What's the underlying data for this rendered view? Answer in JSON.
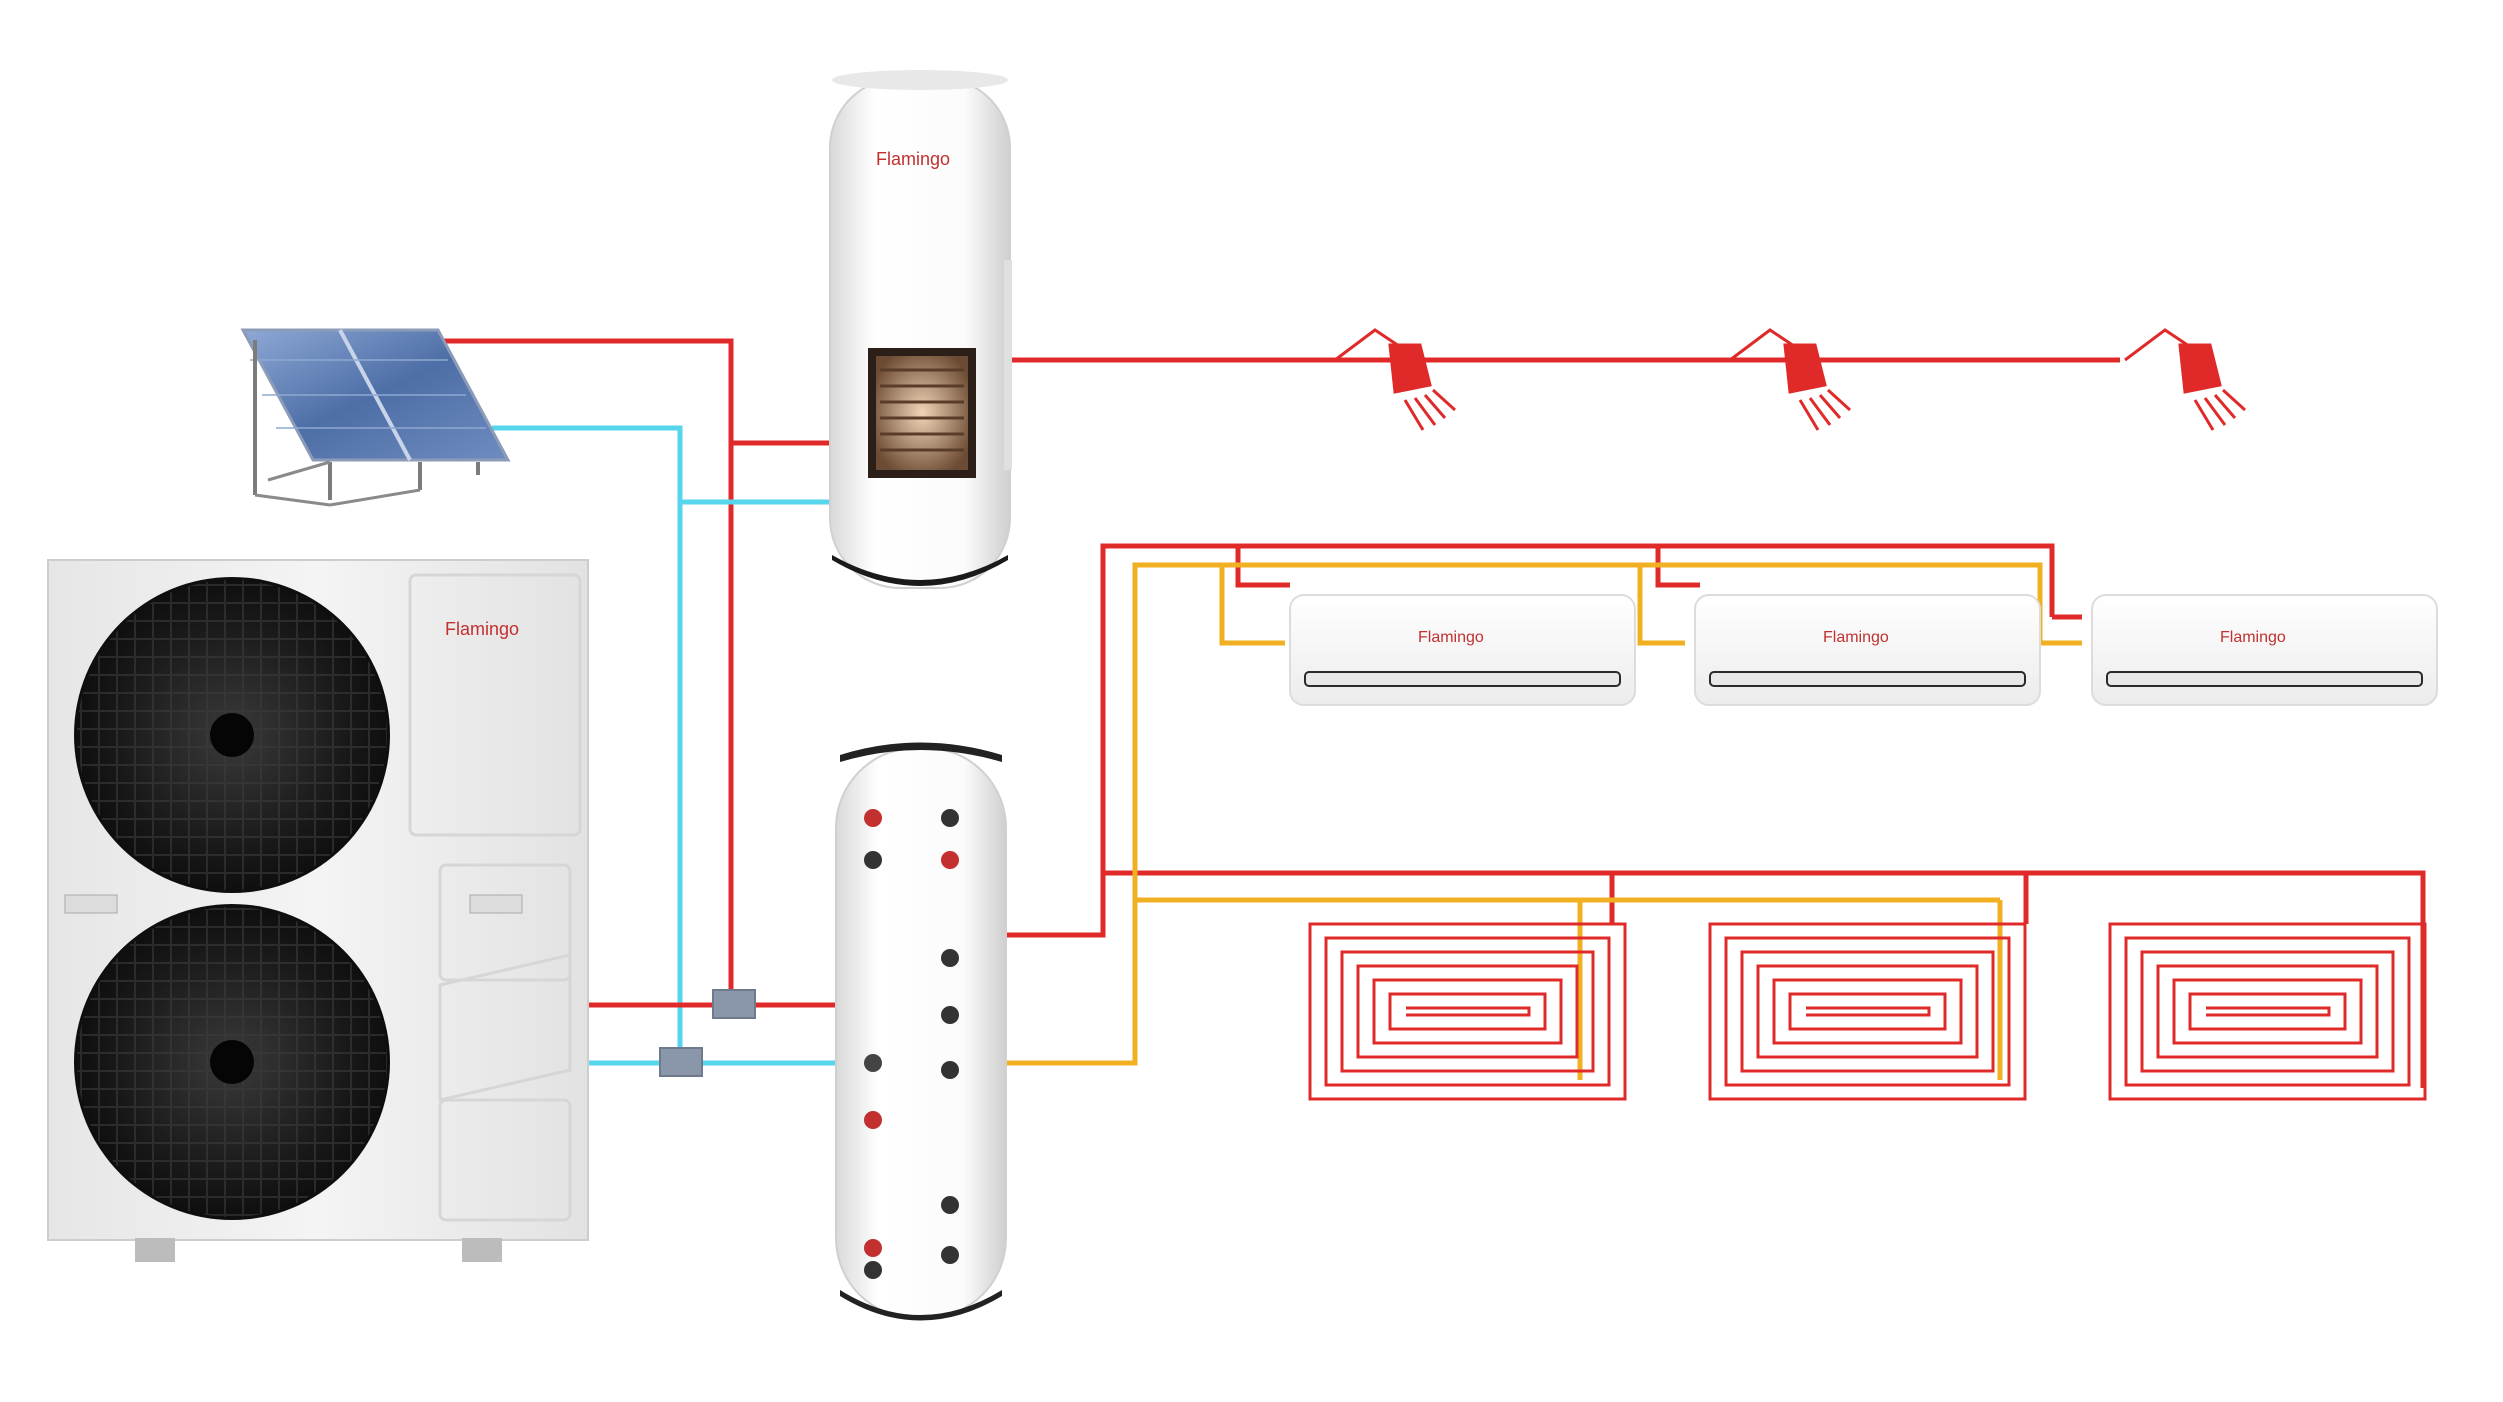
{
  "diagram": {
    "type": "heating-system-schematic",
    "brand_text": "Flamingo",
    "components": {
      "solar_collector": {
        "icon": "solar-panel-icon"
      },
      "heat_pump": {
        "icon": "heat-pump-outdoor-unit-icon",
        "fans": 2
      },
      "dhw_tank": {
        "icon": "domestic-hot-water-tank-icon"
      },
      "buffer_tank": {
        "icon": "buffer-tank-icon"
      },
      "showers": {
        "count": 3,
        "icon": "shower-head-icon"
      },
      "fan_coils": {
        "count": 3,
        "icon": "wall-fan-coil-icon"
      },
      "floor_loops": {
        "count": 3,
        "icon": "underfloor-heating-loop-icon"
      },
      "tee_connectors": {
        "count": 2,
        "icon": "pipe-tee-icon"
      }
    },
    "colors": {
      "hot_pipe": "#e02a2a",
      "cold_pipe": "#56d6ec",
      "return_pipe": "#f0b021",
      "shower": "#e02a2a",
      "panel_blue": "#5a7fb6",
      "tee": "#8a97aa"
    }
  }
}
